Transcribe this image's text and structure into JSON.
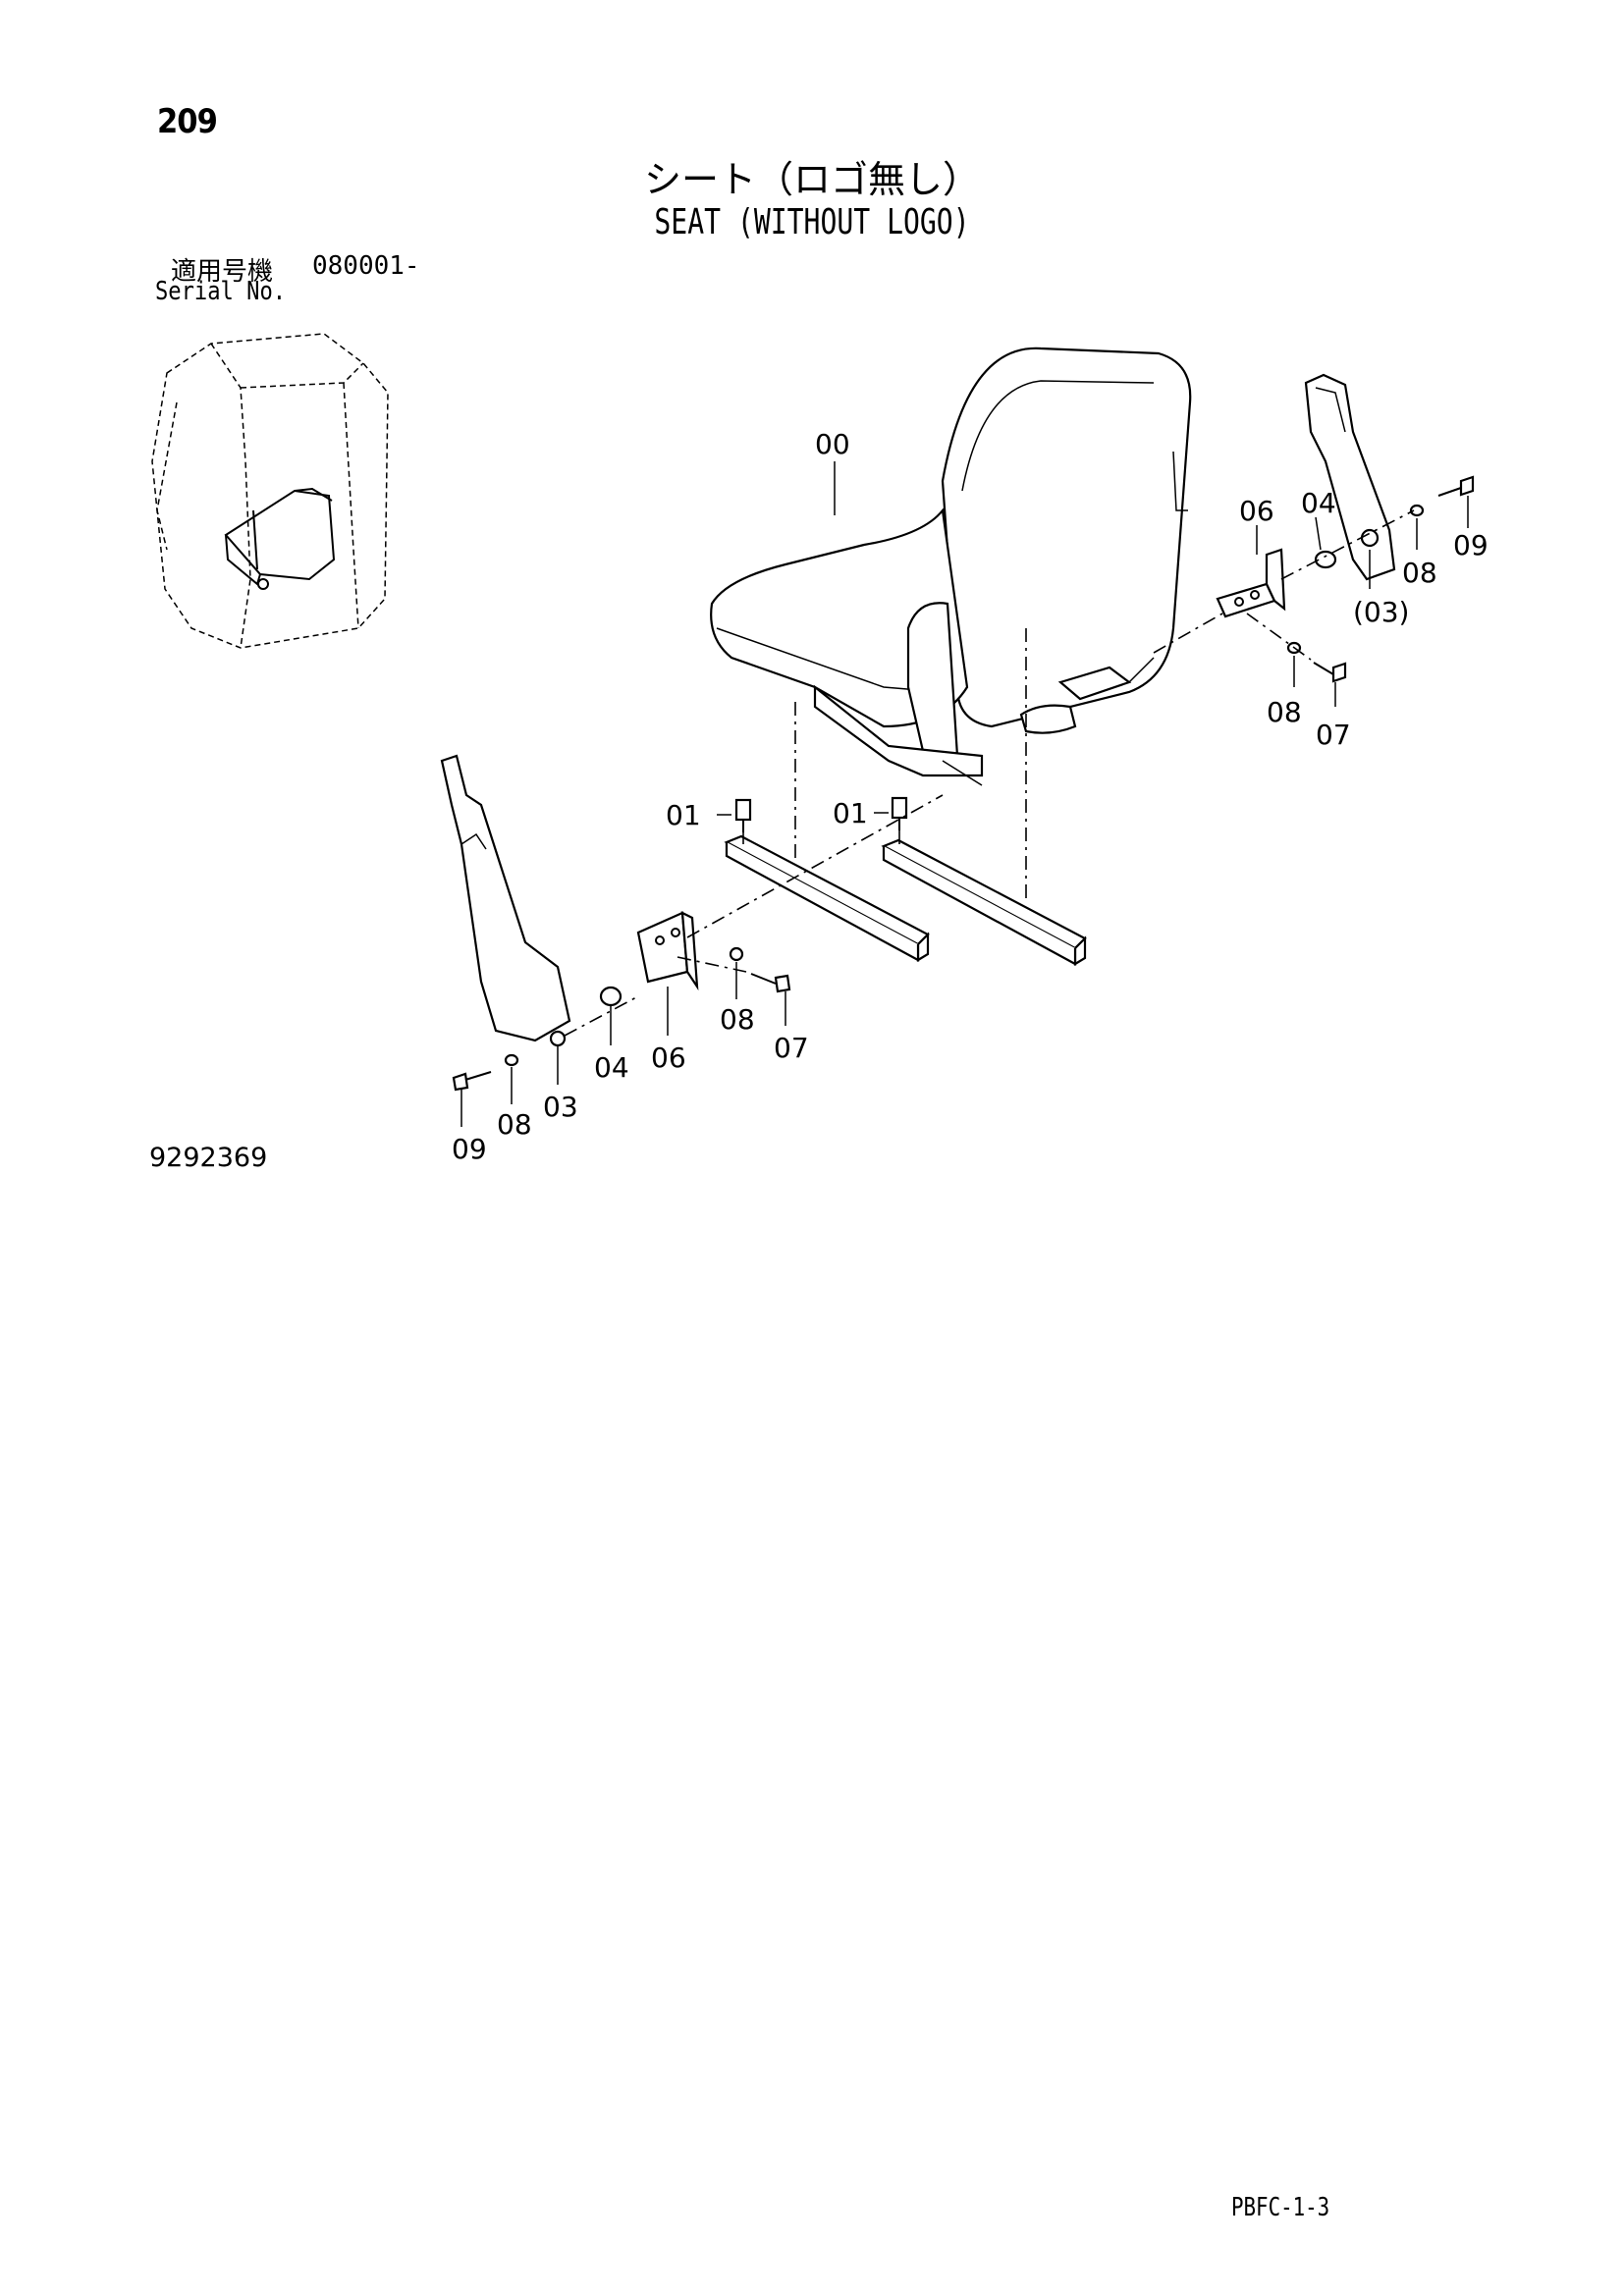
{
  "page_number": "209",
  "title_jp": "シート（ロゴ無し）",
  "title_en": "SEAT (WITHOUT LOGO)",
  "serial": {
    "label_jp": "適用号機",
    "range": "080001-",
    "label_en": "Serial No."
  },
  "drawing_number": "9292369",
  "page_code": "PBFC-1-3",
  "callouts": {
    "seat": "00",
    "bolt_left": "01",
    "bolt_right": "01",
    "belt_right_ref": "(03)",
    "belt_left": "03",
    "collar_right": "04",
    "collar_left": "04",
    "bracket_right": "06",
    "bracket_left": "06",
    "bolt7_right": "07",
    "bolt7_left": "07",
    "washer_right_top": "08",
    "washer_right_bottom": "08",
    "washer_left_mid": "08",
    "washer_left_bottom": "08",
    "bolt9_right": "09",
    "bolt9_left": "09"
  }
}
